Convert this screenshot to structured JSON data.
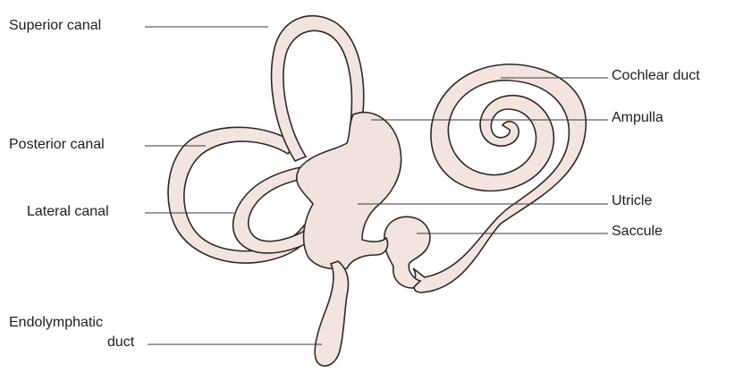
{
  "labels": {
    "superior_canal": "Superior canal",
    "posterior_canal": "Posterior canal",
    "lateral_canal": "Lateral canal",
    "endolymphatic_duct_line1": "Endolymphatic",
    "endolymphatic_duct_line2": "duct",
    "cochlear_duct": "Cochlear duct",
    "ampulla": "Ampulla",
    "utricle": "Utricle",
    "saccule": "Saccule"
  },
  "colors": {
    "tissue_fill": "#f3e4df",
    "outline": "#2a2a2a",
    "leader": "#3a3a3a",
    "hatch": "#9a8a86"
  }
}
